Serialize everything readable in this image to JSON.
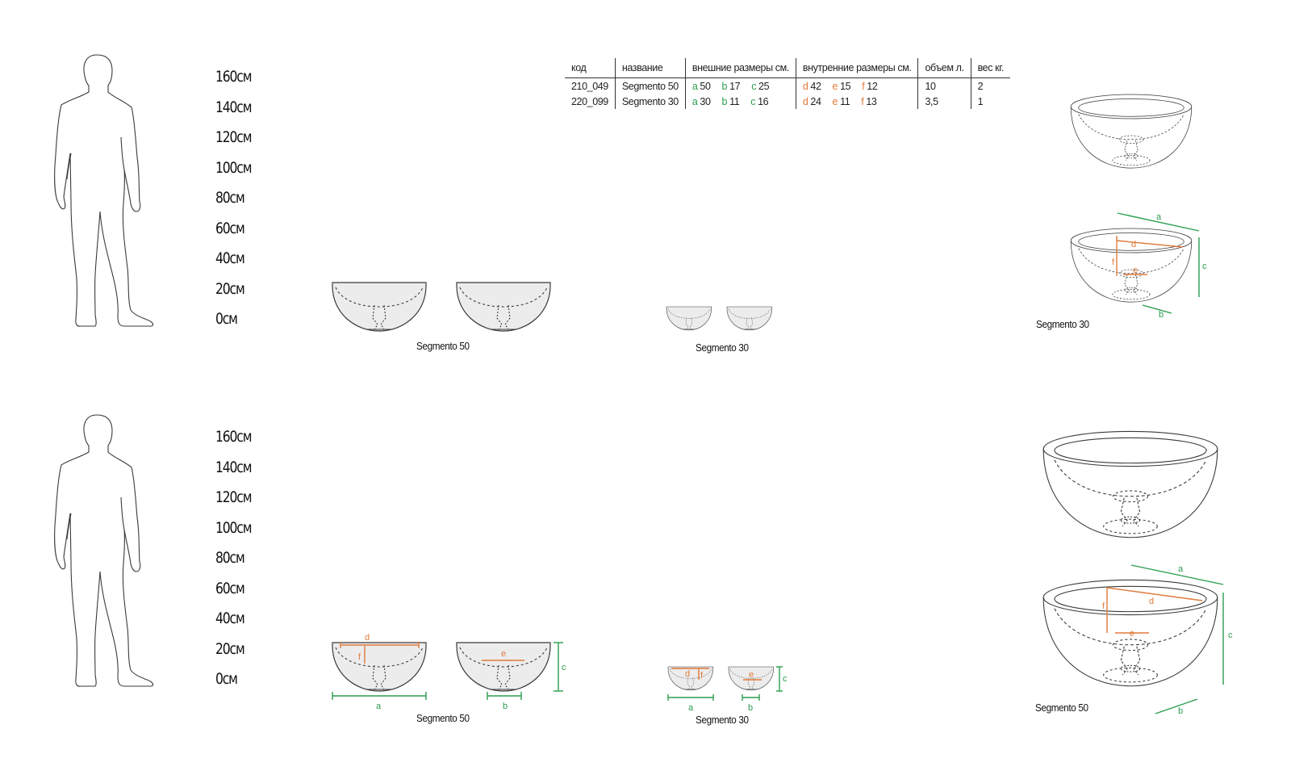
{
  "scale_labels": [
    "160см",
    "140см",
    "120см",
    "100см",
    "80см",
    "60см",
    "40см",
    "20см",
    "0см"
  ],
  "captions": {
    "top_row_50": "Segmento 50",
    "top_row_30": "Segmento 30",
    "top_right": "Segmento 30",
    "bottom_row_50": "Segmento 50",
    "bottom_row_30": "Segmento 30",
    "bottom_right": "Segmento 50"
  },
  "table": {
    "headers": [
      "код",
      "название",
      "внешние размеры  см.",
      "внутренние размеры  см.",
      "объем  л.",
      "вес кг."
    ],
    "rows": [
      {
        "code": "210_049",
        "name": "Segmento 50",
        "outer": [
          {
            "k": "a",
            "v": "50"
          },
          {
            "k": "b",
            "v": "17"
          },
          {
            "k": "c",
            "v": "25"
          }
        ],
        "inner": [
          {
            "k": "d",
            "v": "42"
          },
          {
            "k": "e",
            "v": "15"
          },
          {
            "k": "f",
            "v": "12"
          }
        ],
        "volume": "10",
        "weight": "2"
      },
      {
        "code": "220_099",
        "name": "Segmento 30",
        "outer": [
          {
            "k": "a",
            "v": "30"
          },
          {
            "k": "b",
            "v": "11"
          },
          {
            "k": "c",
            "v": "16"
          }
        ],
        "inner": [
          {
            "k": "d",
            "v": "24"
          },
          {
            "k": "e",
            "v": "11"
          },
          {
            "k": "f",
            "v": "13"
          }
        ],
        "volume": "3,5",
        "weight": "1"
      }
    ]
  },
  "dimension_letters": {
    "a": "a",
    "b": "b",
    "c": "c",
    "d": "d",
    "e": "e",
    "f": "f"
  },
  "colors": {
    "outer_dimension": "#2a9d4e",
    "inner_dimension": "#e07a3a",
    "line": "#3a3a3a",
    "fill": "#ececec"
  }
}
